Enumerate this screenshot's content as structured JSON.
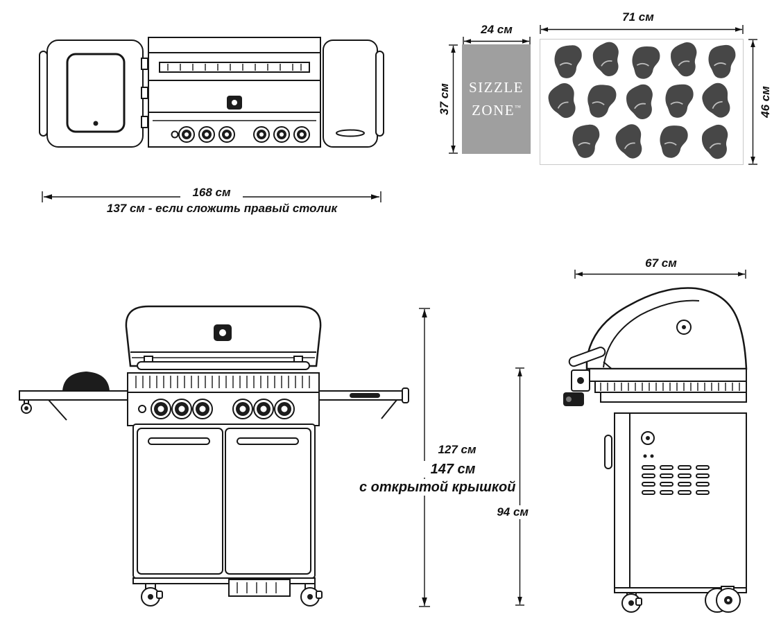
{
  "top_view": {
    "overall_width": "168 см",
    "folded_note": "137 см - если сложить правый столик"
  },
  "sizzle_zone": {
    "width": "24 см",
    "height": "37 см",
    "label_line1": "SIZZLE",
    "label_line2": "ZONE",
    "trademark": "™",
    "bg_color": "#9f9f9f",
    "text_color": "#ffffff"
  },
  "main_cooking_area": {
    "width": "71 см",
    "height": "46 см",
    "steak_count": 14,
    "steak_color": "#474747"
  },
  "front_view": {
    "height_lid_closed": "127 см",
    "height_lid_open": "147 см",
    "lid_open_note": "с открытой крышкой"
  },
  "side_view": {
    "depth": "67 см",
    "cart_height": "94 см"
  },
  "colors": {
    "line": "#161616",
    "background": "#ffffff"
  }
}
